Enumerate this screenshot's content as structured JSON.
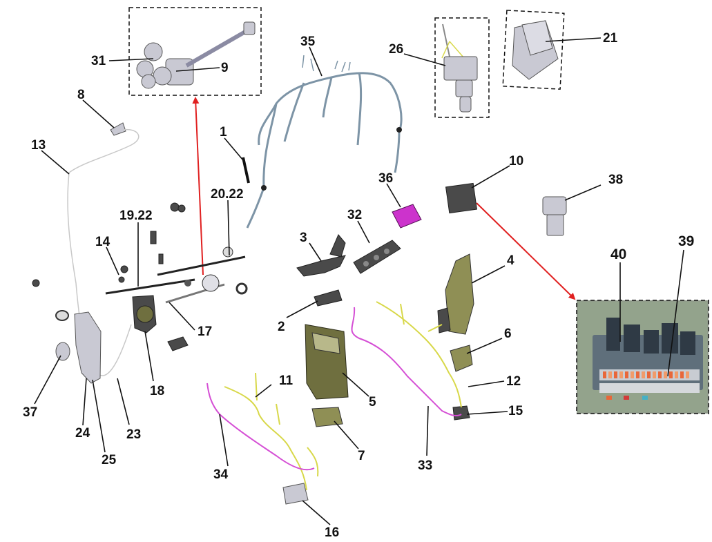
{
  "labels": {
    "l1": "1",
    "l2": "2",
    "l3": "3",
    "l4": "4",
    "l5": "5",
    "l6": "6",
    "l7": "7",
    "l8": "8",
    "l9": "9",
    "l10": "10",
    "l11": "11",
    "l12": "12",
    "l13": "13",
    "l14": "14",
    "l15": "15",
    "l16": "16",
    "l17": "17",
    "l18": "18",
    "l19": "19.22",
    "l20": "20.22",
    "l21": "21",
    "l23": "23",
    "l24": "24",
    "l25": "25",
    "l26": "26",
    "l31": "31",
    "l32": "32",
    "l33": "33",
    "l34": "34",
    "l35": "35",
    "l36": "36",
    "l37": "37",
    "l38": "38",
    "l39": "39",
    "l40": "40"
  },
  "colors": {
    "arrow": "#e02020",
    "connector_highlight": "#cc33cc",
    "harness_yellow": "#d8d84a",
    "harness_magenta": "#d54fd5",
    "harness_main": "#7d94a6",
    "panel_olive": "#8f8f55"
  }
}
